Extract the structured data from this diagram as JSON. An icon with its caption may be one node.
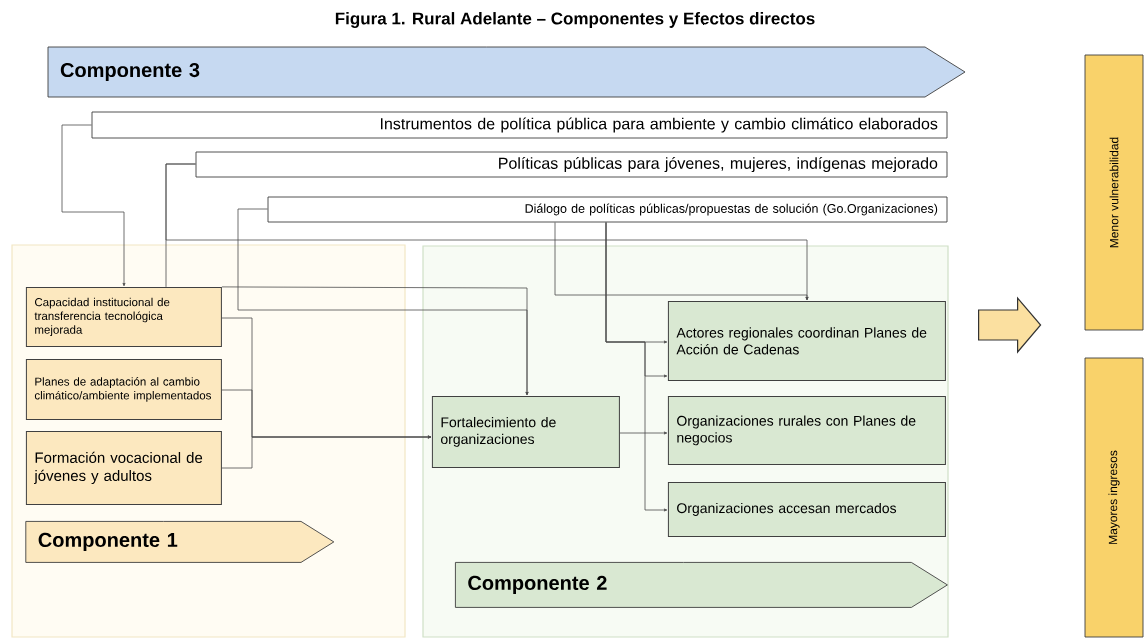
{
  "diagram": {
    "title": "Figura 1.  Rural Adelante – Componentes y Efectos directos",
    "nodes": [
      {
        "text": [
          "Componente 3"
        ]
      },
      {
        "text": [
          "Instrumentos de política pública para ambiente y cambio climático elaborados"
        ]
      },
      {
        "text": [
          "Políticas públicas para jóvenes, mujeres, indígenas mejorado"
        ]
      },
      {
        "text": [
          "Diálogo de políticas públicas/propuestas de solución (Go.Organizaciones)"
        ]
      },
      {
        "text": [],
        "shape": "box"
      },
      {
        "text": [
          "Capacidad institucional de transferencia tecnológica mejorada"
        ],
        "in": 4
      },
      {
        "text": [
          "Planes de adaptación al cambio climático/ambiente implementados"
        ],
        "in": 4
      },
      {
        "text": [
          "Formación vocacional de jóvenes y adultos"
        ],
        "in": 4
      },
      {
        "text": [
          "Componente 1"
        ],
        "in": 4
      },
      {
        "text": [],
        "shape": "box"
      },
      {
        "text": [
          "Fortalecimiento de organizaciones"
        ],
        "in": 9
      },
      {
        "text": [
          "Actores regionales coordinan Planes de Acción de Cadenas"
        ],
        "in": 9
      },
      {
        "text": [
          "Organizaciones rurales con Planes de negocios"
        ],
        "in": 9
      },
      {
        "text": [
          "Organizaciones accesan mercados"
        ],
        "in": 9
      },
      {
        "text": [
          "Componente 2"
        ],
        "in": 9
      },
      {
        "text": [
          "Menor vulnerabilidad"
        ]
      },
      {
        "text": [
          "Mayores ingresos"
        ]
      }
    ],
    "edges": [
      {
        "from": 1,
        "to": 5,
        "arrow": "to"
      },
      {
        "from": 2,
        "to": 5,
        "arrow": "none"
      },
      {
        "from": 2,
        "to": 11,
        "arrow": "to"
      },
      {
        "from": 3,
        "to": 10,
        "arrow": "to"
      },
      {
        "from": 5,
        "to": 10,
        "arrow": "to"
      },
      {
        "from": 5,
        "to": 10,
        "arrow": "to"
      },
      {
        "from": 6,
        "to": 10,
        "arrow": "to"
      },
      {
        "from": 7,
        "to": 10,
        "arrow": "to"
      },
      {
        "from": 3,
        "to": 11,
        "arrow": "to"
      },
      {
        "from": 3,
        "to": 11,
        "arrow": "to"
      },
      {
        "from": 3,
        "to": 11,
        "arrow": "to"
      },
      {
        "from": 3,
        "to": 13,
        "arrow": "to"
      },
      {
        "from": 10,
        "to": 12,
        "arrow": "to"
      },
      {
        "from": 9,
        "to": null,
        "arrow": "to",
        "style": "thick",
        "color": "#fbe0a0"
      }
    ]
  }
}
